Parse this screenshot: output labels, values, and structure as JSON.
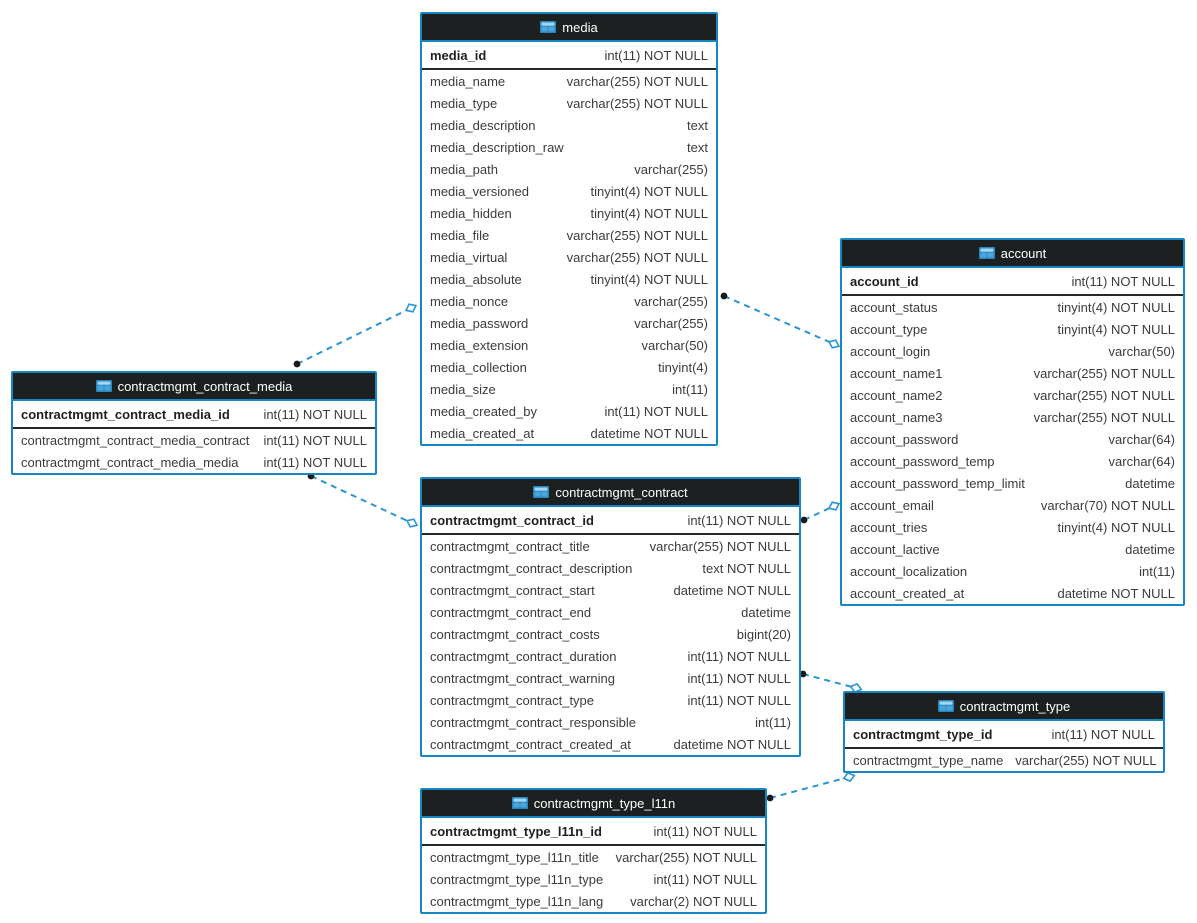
{
  "diagram": {
    "tables": [
      {
        "name": "media",
        "primary_key": {
          "name": "media_id",
          "type": "int(11) NOT NULL"
        },
        "columns": [
          {
            "name": "media_name",
            "type": "varchar(255) NOT NULL"
          },
          {
            "name": "media_type",
            "type": "varchar(255) NOT NULL"
          },
          {
            "name": "media_description",
            "type": "text"
          },
          {
            "name": "media_description_raw",
            "type": "text"
          },
          {
            "name": "media_path",
            "type": "varchar(255)"
          },
          {
            "name": "media_versioned",
            "type": "tinyint(4) NOT NULL"
          },
          {
            "name": "media_hidden",
            "type": "tinyint(4) NOT NULL"
          },
          {
            "name": "media_file",
            "type": "varchar(255) NOT NULL"
          },
          {
            "name": "media_virtual",
            "type": "varchar(255) NOT NULL"
          },
          {
            "name": "media_absolute",
            "type": "tinyint(4) NOT NULL"
          },
          {
            "name": "media_nonce",
            "type": "varchar(255)"
          },
          {
            "name": "media_password",
            "type": "varchar(255)"
          },
          {
            "name": "media_extension",
            "type": "varchar(50)"
          },
          {
            "name": "media_collection",
            "type": "tinyint(4)"
          },
          {
            "name": "media_size",
            "type": "int(11)"
          },
          {
            "name": "media_created_by",
            "type": "int(11) NOT NULL"
          },
          {
            "name": "media_created_at",
            "type": "datetime NOT NULL"
          }
        ]
      },
      {
        "name": "account",
        "primary_key": {
          "name": "account_id",
          "type": "int(11) NOT NULL"
        },
        "columns": [
          {
            "name": "account_status",
            "type": "tinyint(4) NOT NULL"
          },
          {
            "name": "account_type",
            "type": "tinyint(4) NOT NULL"
          },
          {
            "name": "account_login",
            "type": "varchar(50)"
          },
          {
            "name": "account_name1",
            "type": "varchar(255) NOT NULL"
          },
          {
            "name": "account_name2",
            "type": "varchar(255) NOT NULL"
          },
          {
            "name": "account_name3",
            "type": "varchar(255) NOT NULL"
          },
          {
            "name": "account_password",
            "type": "varchar(64)"
          },
          {
            "name": "account_password_temp",
            "type": "varchar(64)"
          },
          {
            "name": "account_password_temp_limit",
            "type": "datetime"
          },
          {
            "name": "account_email",
            "type": "varchar(70) NOT NULL"
          },
          {
            "name": "account_tries",
            "type": "tinyint(4) NOT NULL"
          },
          {
            "name": "account_lactive",
            "type": "datetime"
          },
          {
            "name": "account_localization",
            "type": "int(11)"
          },
          {
            "name": "account_created_at",
            "type": "datetime NOT NULL"
          }
        ]
      },
      {
        "name": "contractmgmt_contract_media",
        "primary_key": {
          "name": "contractmgmt_contract_media_id",
          "type": "int(11) NOT NULL"
        },
        "columns": [
          {
            "name": "contractmgmt_contract_media_contract",
            "type": "int(11) NOT NULL"
          },
          {
            "name": "contractmgmt_contract_media_media",
            "type": "int(11) NOT NULL"
          }
        ]
      },
      {
        "name": "contractmgmt_contract",
        "primary_key": {
          "name": "contractmgmt_contract_id",
          "type": "int(11) NOT NULL"
        },
        "columns": [
          {
            "name": "contractmgmt_contract_title",
            "type": "varchar(255) NOT NULL"
          },
          {
            "name": "contractmgmt_contract_description",
            "type": "text NOT NULL"
          },
          {
            "name": "contractmgmt_contract_start",
            "type": "datetime NOT NULL"
          },
          {
            "name": "contractmgmt_contract_end",
            "type": "datetime"
          },
          {
            "name": "contractmgmt_contract_costs",
            "type": "bigint(20)"
          },
          {
            "name": "contractmgmt_contract_duration",
            "type": "int(11) NOT NULL"
          },
          {
            "name": "contractmgmt_contract_warning",
            "type": "int(11) NOT NULL"
          },
          {
            "name": "contractmgmt_contract_type",
            "type": "int(11) NOT NULL"
          },
          {
            "name": "contractmgmt_contract_responsible",
            "type": "int(11)"
          },
          {
            "name": "contractmgmt_contract_created_at",
            "type": "datetime NOT NULL"
          }
        ]
      },
      {
        "name": "contractmgmt_type",
        "primary_key": {
          "name": "contractmgmt_type_id",
          "type": "int(11) NOT NULL"
        },
        "columns": [
          {
            "name": "contractmgmt_type_name",
            "type": "varchar(255) NOT NULL"
          }
        ]
      },
      {
        "name": "contractmgmt_type_l11n",
        "primary_key": {
          "name": "contractmgmt_type_l11n_id",
          "type": "int(11) NOT NULL"
        },
        "columns": [
          {
            "name": "contractmgmt_type_l11n_title",
            "type": "varchar(255) NOT NULL"
          },
          {
            "name": "contractmgmt_type_l11n_type",
            "type": "int(11) NOT NULL"
          },
          {
            "name": "contractmgmt_type_l11n_lang",
            "type": "varchar(2) NOT NULL"
          }
        ]
      }
    ],
    "connections": [
      {
        "from": "contractmgmt_contract_media",
        "to": "media"
      },
      {
        "from": "media",
        "to": "account"
      },
      {
        "from": "contractmgmt_contract_media",
        "to": "contractmgmt_contract"
      },
      {
        "from": "contractmgmt_contract",
        "to": "account"
      },
      {
        "from": "contractmgmt_contract",
        "to": "contractmgmt_type"
      },
      {
        "from": "contractmgmt_type_l11n",
        "to": "contractmgmt_type"
      }
    ],
    "colors": {
      "table_border": "#1786c5",
      "header_bg": "#1d2021",
      "header_text": "#ffffff",
      "row_text": "#3b3b3b",
      "pk_separator": "#26292a",
      "connector": "#2b95d3",
      "dot": "#1a1a1a"
    }
  }
}
